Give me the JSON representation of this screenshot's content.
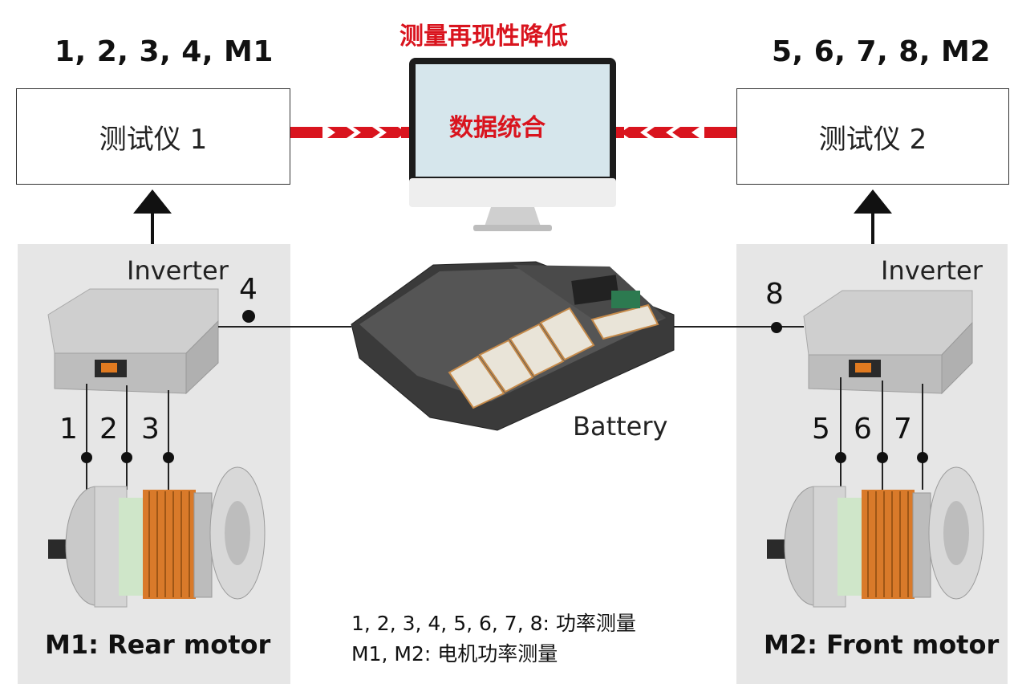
{
  "top": {
    "group_left": "1, 2, 3, 4, M1",
    "group_right": "5, 6, 7, 8, M2",
    "red_title": "测量再现性降低",
    "monitor_text": "数据统合"
  },
  "boxes": {
    "tester1": "测试仪 1",
    "tester2": "测试仪 2"
  },
  "labels": {
    "inverter_left": "Inverter",
    "inverter_right": "Inverter",
    "battery": "Battery",
    "point_4": "4",
    "point_8": "8",
    "p1": "1",
    "p2": "2",
    "p3": "3",
    "p5": "5",
    "p6": "6",
    "p7": "7",
    "rear_motor": "M1: Rear motor",
    "front_motor": "M2: Front motor"
  },
  "legend": {
    "line1": "1, 2, 3, 4, 5, 6, 7, 8: 功率测量",
    "line2": "M1, M2: 电机功率测量"
  },
  "colors": {
    "accent_red": "#d9141e",
    "panel_gray": "#e6e6e6",
    "copper": "#d97a2a",
    "monitor_screen": "#d6e6ec"
  }
}
